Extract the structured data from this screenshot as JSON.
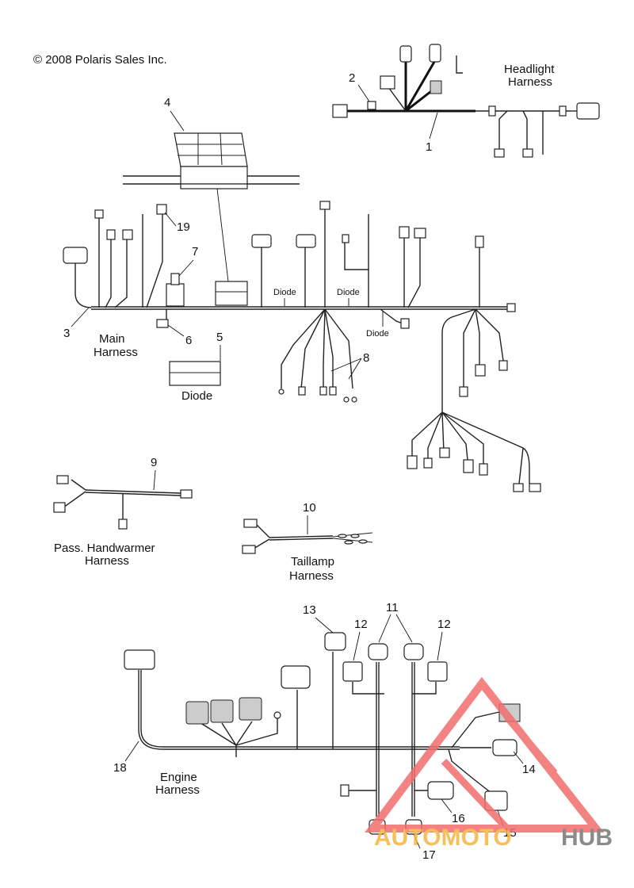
{
  "copyright": "© 2008 Polaris Sales Inc.",
  "labels": {
    "headlight_line1": "Headlight",
    "headlight_line2": "Harness",
    "main_line1": "Main",
    "main_line2": "Harness",
    "diode": "Diode",
    "diode_wire_1": "Diode",
    "diode_wire_2": "Diode",
    "diode_wire_3": "Diode",
    "handwarmer_line1": "Pass. Handwarmer",
    "handwarmer_line2": "Harness",
    "taillamp_line1": "Taillamp",
    "taillamp_line2": "Harness",
    "engine_line1": "Engine",
    "engine_line2": "Harness"
  },
  "callouts": [
    "1",
    "2",
    "3",
    "4",
    "5",
    "6",
    "7",
    "8",
    "9",
    "10",
    "11",
    "12",
    "12",
    "13",
    "14",
    "15",
    "16",
    "17",
    "18",
    "19"
  ],
  "watermark": {
    "part1": "AUTOMOTO",
    "part2": "HUB",
    "colors": {
      "accent": "#f26d6d",
      "gold": "#f5b53b",
      "gray": "#777777"
    }
  }
}
